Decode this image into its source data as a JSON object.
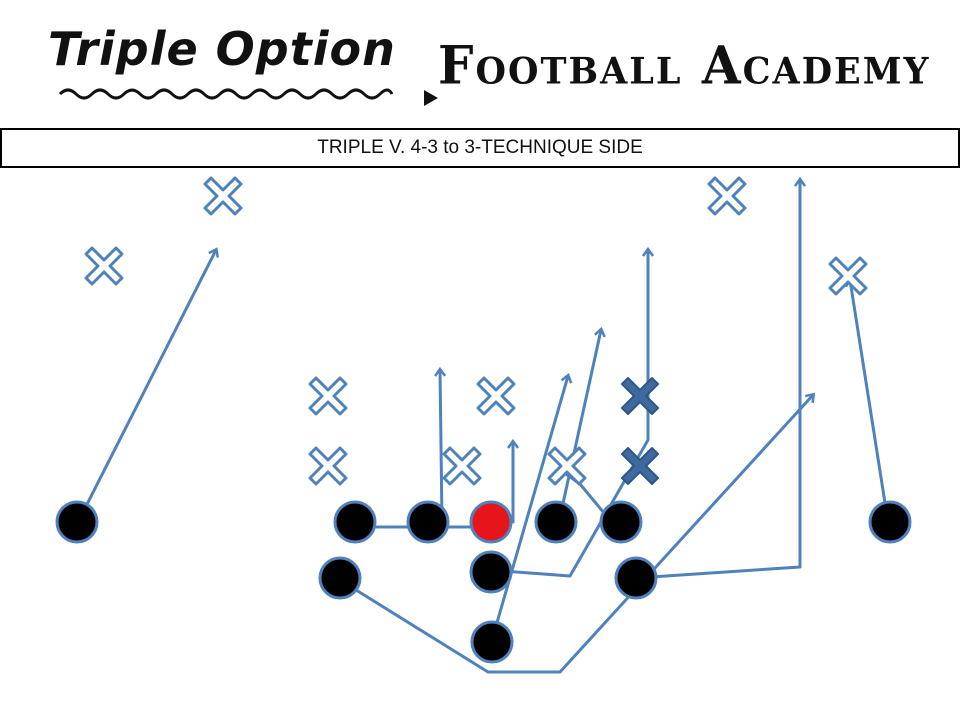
{
  "header": {
    "logo_left": "Triple Option",
    "logo_right": "Football Academy"
  },
  "play": {
    "title": "TRIPLE V. 4-3 to 3-TECHNIQUE SIDE"
  },
  "colors": {
    "route": "#4f81bd",
    "defender_outline": "#4f81bd",
    "defender_dark": "#3f6aa0",
    "offense": "#000000",
    "center": "#e8141b"
  }
}
